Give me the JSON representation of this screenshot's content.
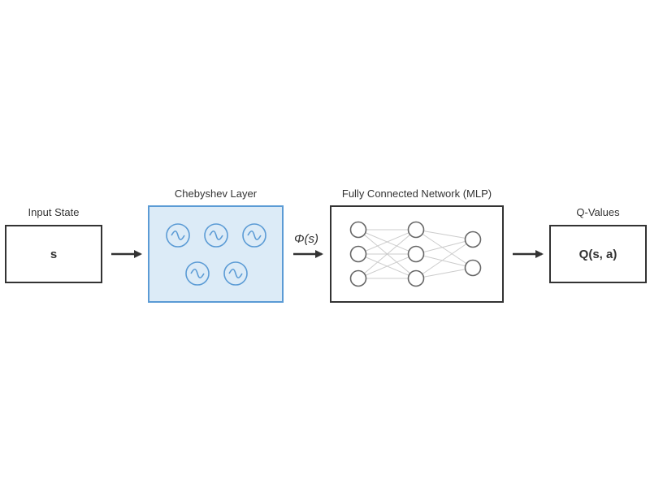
{
  "input": {
    "title": "Input State",
    "symbol": "s"
  },
  "chebyshev": {
    "title": "Chebyshev Layer",
    "border_color": "#5b9bd5",
    "fill_color": "#dcebf7",
    "unit_icon": "sine-wave-icon",
    "unit_rows": [
      3,
      2
    ]
  },
  "transition": {
    "label": "Φ(s)"
  },
  "mlp": {
    "title": "Fully Connected Network (MLP)",
    "layers": [
      3,
      3,
      2
    ],
    "node_color": "#666666",
    "edge_color": "#cccccc"
  },
  "output": {
    "title": "Q-Values",
    "symbol": "Q(s, a)"
  },
  "arrow_icon": "right-arrow-icon"
}
